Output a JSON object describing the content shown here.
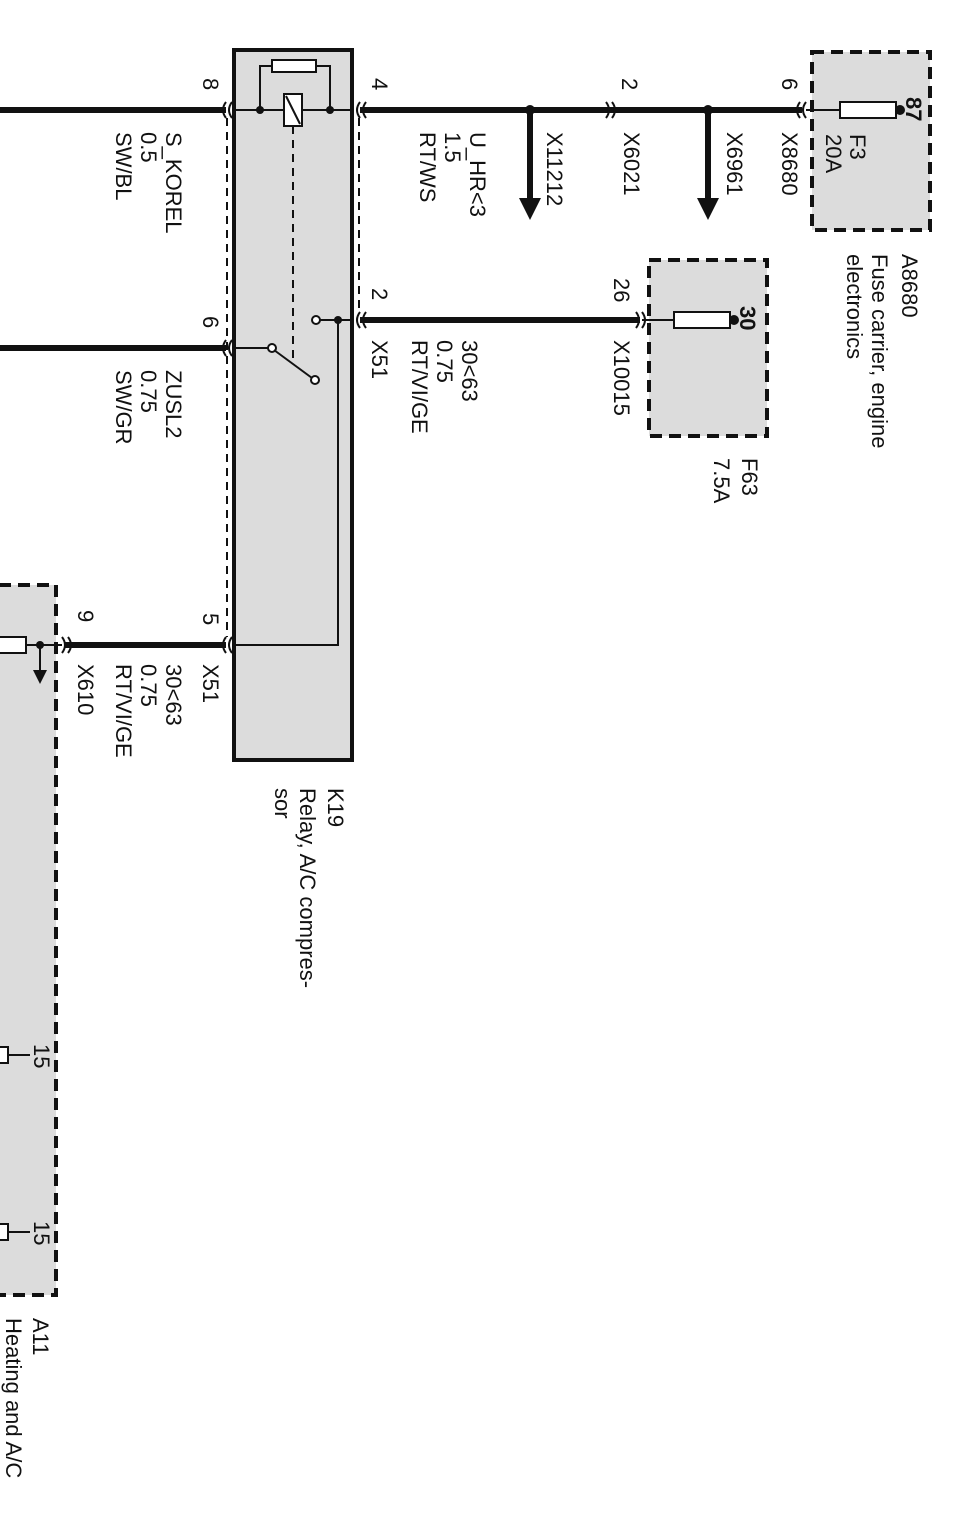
{
  "relay": {
    "id": "K19",
    "desc1": "Relay, A/C compres-",
    "desc2": "sor",
    "pin_8": "8",
    "pin_6": "6",
    "pin_5": "5",
    "pin_4": "4",
    "pin_2": "2"
  },
  "fuse_carrier": {
    "id": "A8680",
    "desc1": "Fuse carrier, engine",
    "desc2": "electronics",
    "fuse_id": "F3",
    "fuse_rating": "20A",
    "terminal": "87"
  },
  "fuse_f63": {
    "id": "F63",
    "rating": "7.5A",
    "terminal": "30"
  },
  "module_a11": {
    "id": "A11",
    "desc": "Heating and A/C",
    "pin_15a": "15",
    "pin_15b": "15"
  },
  "connectors": {
    "x8680_pin": "6",
    "x8680": "X8680",
    "x6961": "X6961",
    "x6021_pin": "2",
    "x6021": "X6021",
    "x11212": "X11212",
    "x10015_pin": "26",
    "x10015": "X10015",
    "x51a": "X51",
    "x51b": "X51",
    "x610_pin": "9",
    "x610": "X610"
  },
  "wires": {
    "s_korel": {
      "signal": "S_KOREL",
      "size": "0.5",
      "color": "SW/BL"
    },
    "zusl2": {
      "signal": "ZUSL2",
      "size": "0.75",
      "color": "SW/GR"
    },
    "u_hr": {
      "signal": "U_HR<3",
      "size": "1.5",
      "color": "RT/WS"
    },
    "t30_a": {
      "signal": "30<63",
      "size": "0.75",
      "color": "RT/VI/GE"
    },
    "t30_b": {
      "signal": "30<63",
      "size": "0.75",
      "color": "RT/VI/GE"
    }
  }
}
